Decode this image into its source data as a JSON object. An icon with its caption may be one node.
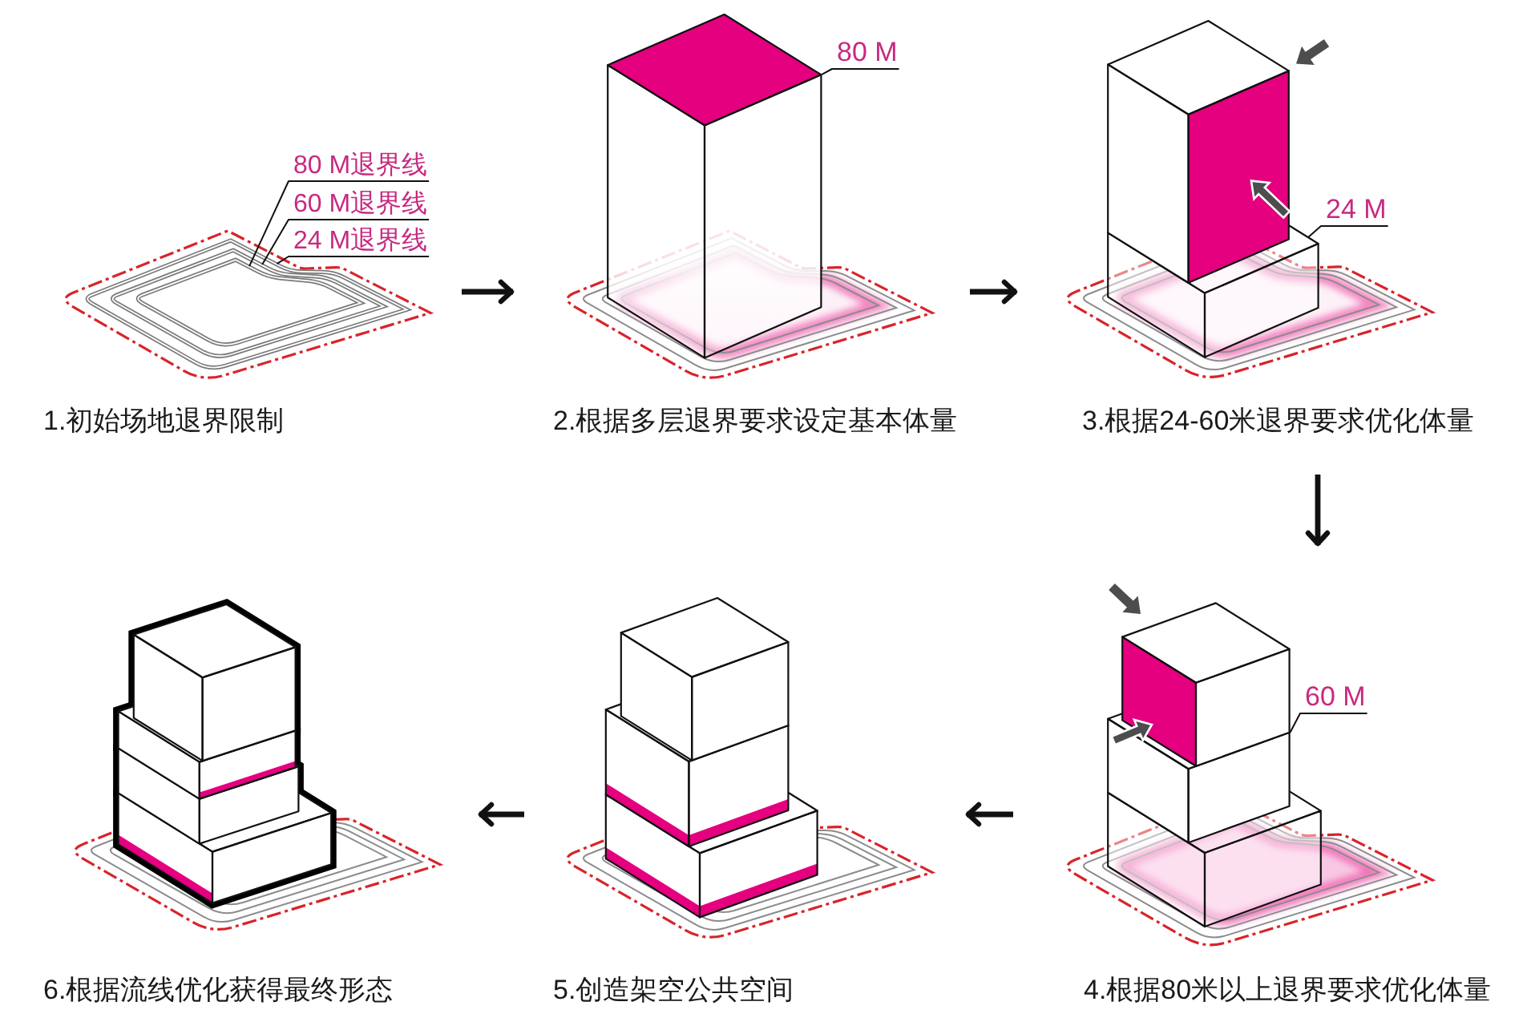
{
  "diagram": {
    "nodes": [
      {
        "text": [
          "1.初始场地退界限制"
        ]
      },
      {
        "text": [
          "80 M退界线"
        ]
      },
      {
        "text": [
          "60 M退界线"
        ]
      },
      {
        "text": [
          "24 M退界线"
        ]
      },
      {
        "text": [
          "2.根据多层退界要求设定基本体量"
        ]
      },
      {
        "text": [
          "80 M"
        ],
        "in": 4
      },
      {
        "text": [
          "3.根据24-60米退界要求优化体量"
        ]
      },
      {
        "text": [
          "24 M"
        ],
        "in": 6
      },
      {
        "text": [
          "4.根据80米以上退界要求优化体量"
        ]
      },
      {
        "text": [
          "60 M"
        ],
        "in": 8
      },
      {
        "text": [
          "5.创造架空公共空间"
        ]
      },
      {
        "text": [
          "6.根据流线优化获得最终形态"
        ]
      }
    ],
    "edges": [
      {
        "from": 0,
        "to": 4,
        "arrow": "to",
        "style": "thick"
      },
      {
        "from": 4,
        "to": 6,
        "arrow": "to",
        "style": "thick"
      },
      {
        "from": 6,
        "to": 8,
        "arrow": "to",
        "style": "thick"
      },
      {
        "from": 8,
        "to": 10,
        "arrow": "to",
        "style": "thick"
      },
      {
        "from": 10,
        "to": 11,
        "arrow": "to",
        "style": "thick"
      },
      {
        "from": 1,
        "to": 0,
        "arrow": "none"
      },
      {
        "from": 2,
        "to": 0,
        "arrow": "none"
      },
      {
        "from": 3,
        "to": 0,
        "arrow": "none"
      },
      {
        "from": 5,
        "to": 4,
        "arrow": "none"
      },
      {
        "from": 7,
        "to": 6,
        "arrow": "none"
      },
      {
        "from": 9,
        "to": 8,
        "arrow": "none"
      }
    ]
  }
}
